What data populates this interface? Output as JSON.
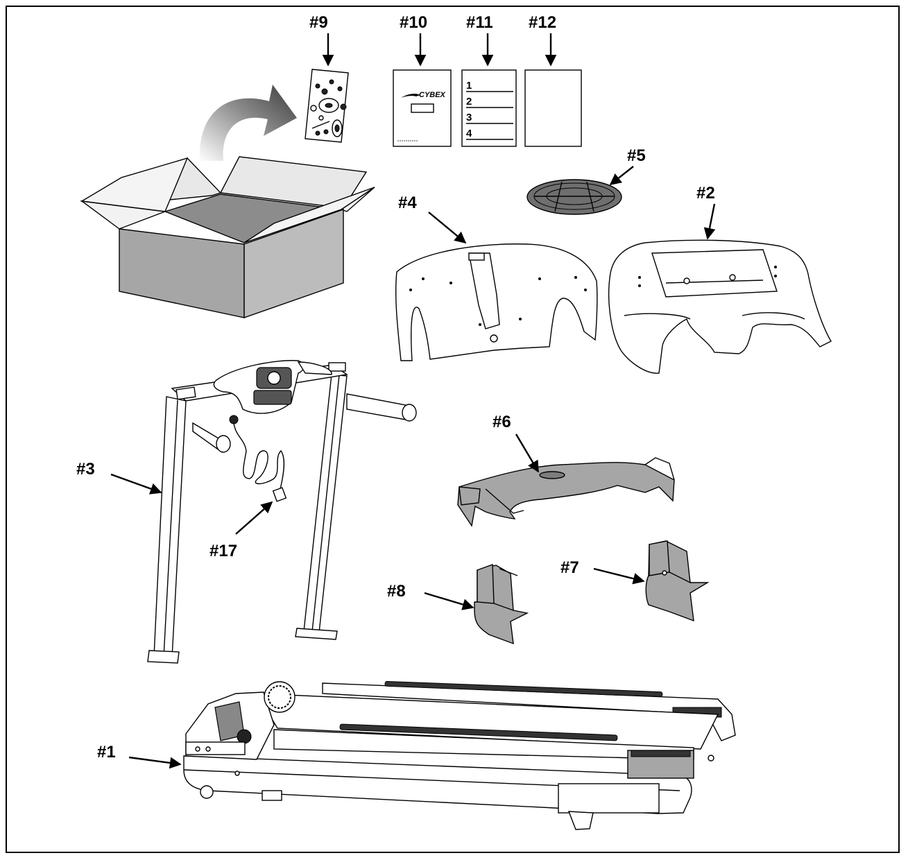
{
  "labels": {
    "p9": "#9",
    "p10": "#10",
    "p11": "#11",
    "p12": "#12",
    "p5": "#5",
    "p4": "#4",
    "p2": "#2",
    "p3": "#3",
    "p17": "#17",
    "p6": "#6",
    "p7": "#7",
    "p8": "#8",
    "p1": "#1"
  },
  "manual": {
    "brand": "CYBEX"
  },
  "list_doc": {
    "rows": [
      "1",
      "2",
      "3",
      "4"
    ]
  },
  "colors": {
    "box_front": "#a6a6a6",
    "box_side": "#bcbcbc",
    "box_inside": "#8c8c8c",
    "part_gray": "#a6a6a6",
    "line": "#000000"
  }
}
